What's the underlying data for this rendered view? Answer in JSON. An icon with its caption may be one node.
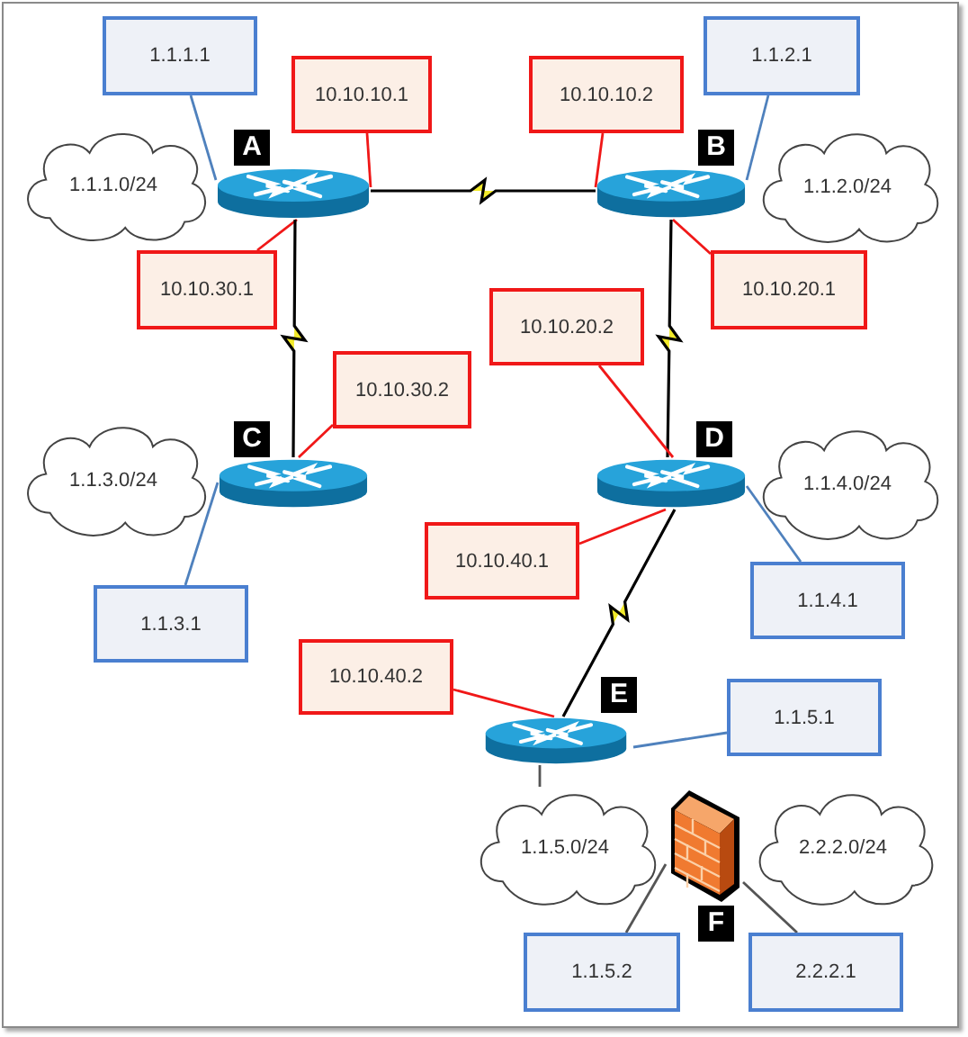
{
  "diagram": {
    "nodes": [
      {
        "text": [
          "1.1.1.1"
        ]
      },
      {
        "text": [
          "10.10.10.1"
        ]
      },
      {
        "text": [
          "10.10.10.2"
        ]
      },
      {
        "text": [
          "1.1.2.1"
        ]
      },
      {
        "text": [
          "1.1.1.0/24"
        ]
      },
      {
        "text": [],
        "shape": "router",
        "beside": [
          "A"
        ]
      },
      {
        "text": [],
        "shape": "router",
        "beside": [
          "B"
        ]
      },
      {
        "text": [
          "1.1.2.0/24"
        ]
      },
      {
        "text": [
          "10.10.30.1"
        ]
      },
      {
        "text": [
          "10.10.20.1"
        ]
      },
      {
        "text": [
          "10.10.20.2"
        ]
      },
      {
        "text": [
          "10.10.30.2"
        ]
      },
      {
        "text": [],
        "shape": "router",
        "beside": [
          "C"
        ]
      },
      {
        "text": [],
        "shape": "router",
        "beside": [
          "D"
        ]
      },
      {
        "text": [
          "1.1.3.0/24"
        ]
      },
      {
        "text": [
          "1.1.4.0/24"
        ]
      },
      {
        "text": [
          "10.10.40.1"
        ]
      },
      {
        "text": [
          "1.1.3.1"
        ]
      },
      {
        "text": [
          "1.1.4.1"
        ]
      },
      {
        "text": [
          "10.10.40.2"
        ]
      },
      {
        "text": [],
        "shape": "router",
        "beside": [
          "E"
        ]
      },
      {
        "text": [
          "1.1.5.1"
        ]
      },
      {
        "text": [
          "1.1.5.0/24"
        ]
      },
      {
        "text": [],
        "shape": "firewall",
        "beside": [
          "F"
        ]
      },
      {
        "text": [
          "2.2.2.0/24"
        ]
      },
      {
        "text": [
          "1.1.5.2"
        ]
      },
      {
        "text": [
          "2.2.2.1"
        ]
      }
    ],
    "edges": [
      {
        "from": 0,
        "to": 5,
        "arrow": "none",
        "color": "#4f81bd"
      },
      {
        "from": 1,
        "to": 5,
        "arrow": "none"
      },
      {
        "from": 2,
        "to": 6,
        "arrow": "none"
      },
      {
        "from": 3,
        "to": 6,
        "arrow": "none",
        "color": "#4f81bd"
      },
      {
        "from": 5,
        "to": 6,
        "arrow": "none",
        "color": "#000000"
      },
      {
        "from": 8,
        "to": 5,
        "arrow": "none"
      },
      {
        "from": 9,
        "to": 6,
        "arrow": "none"
      },
      {
        "from": 5,
        "to": 12,
        "arrow": "none",
        "color": "#000000"
      },
      {
        "from": 6,
        "to": 13,
        "arrow": "none",
        "color": "#000000"
      },
      {
        "from": 10,
        "to": 13,
        "arrow": "none"
      },
      {
        "from": 11,
        "to": 12,
        "arrow": "none"
      },
      {
        "from": 17,
        "to": 12,
        "arrow": "none",
        "color": "#4f81bd"
      },
      {
        "from": 18,
        "to": 13,
        "arrow": "none",
        "color": "#4f81bd"
      },
      {
        "from": 16,
        "to": 13,
        "arrow": "none"
      },
      {
        "from": 13,
        "to": 20,
        "arrow": "none",
        "color": "#000000"
      },
      {
        "from": 19,
        "to": 20,
        "arrow": "none"
      },
      {
        "from": 21,
        "to": 20,
        "arrow": "none",
        "color": "#4f81bd"
      },
      {
        "from": 20,
        "to": 22,
        "arrow": "none",
        "color": "#555555"
      },
      {
        "from": 25,
        "to": 23,
        "arrow": "none",
        "color": "#555555"
      },
      {
        "from": 26,
        "to": 23,
        "arrow": "none",
        "color": "#555555"
      }
    ]
  }
}
